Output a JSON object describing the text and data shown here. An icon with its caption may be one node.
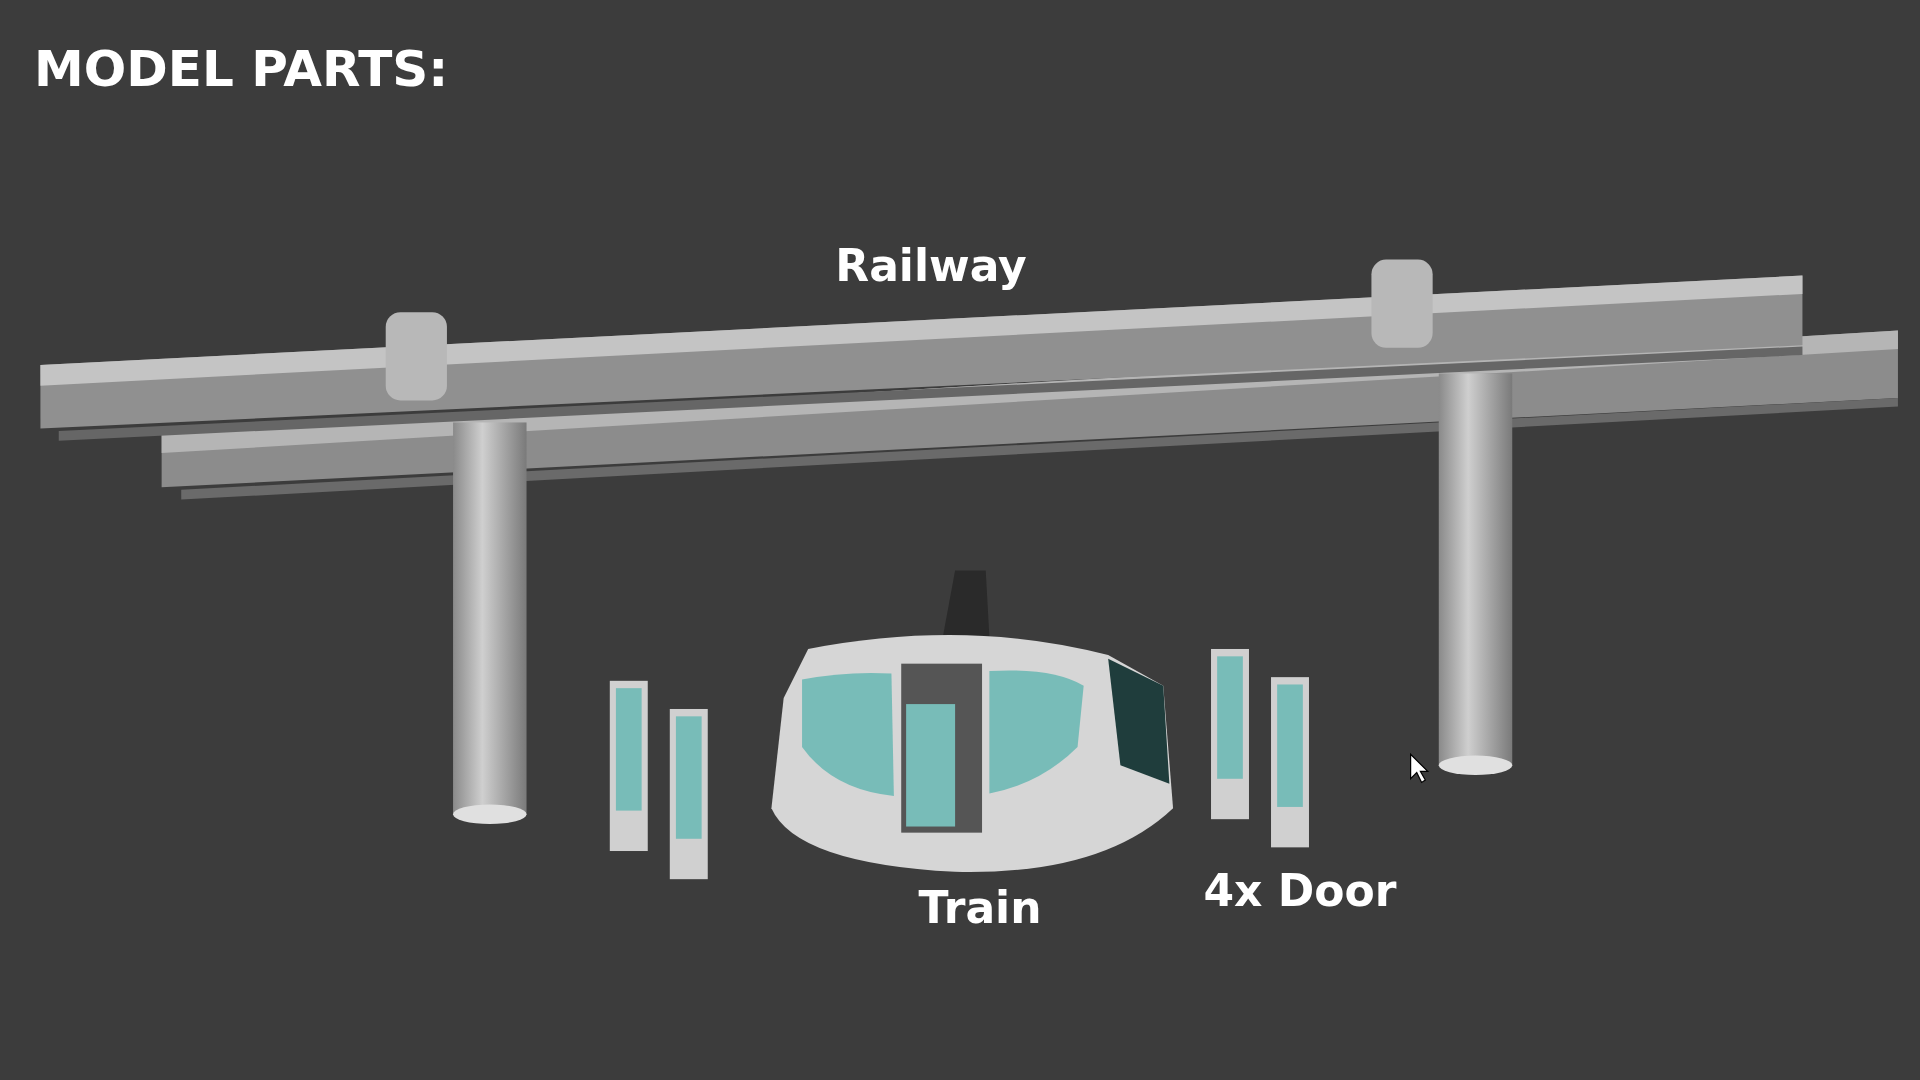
{
  "diagram": {
    "title": "MODEL PARTS:",
    "labels": [
      "Railway",
      "Train",
      "4x Door"
    ]
  }
}
